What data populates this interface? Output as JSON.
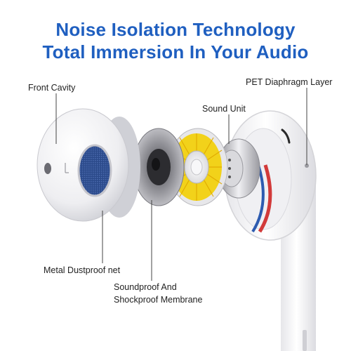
{
  "header": {
    "line1": "Noise Isolation Technology",
    "line2": "Total Immersion In Your Audio"
  },
  "labels": {
    "front_cavity": "Front Cavity",
    "pet_diaphragm": "PET Diaphragm Layer",
    "sound_unit": "Sound Unit",
    "metal_dustproof": "Metal Dustproof net",
    "soundproof_line1": "Soundproof And",
    "soundproof_line2": "Shockproof Membrane"
  },
  "colors": {
    "headline": "#1f5fc0",
    "mesh": "#2b4a8a",
    "yellow_ring": "#f2d21a",
    "shell": "#f4f4f6"
  },
  "icons": {
    "earbud_front_shell": "earbud-front-shell-icon",
    "metal_mesh": "metal-mesh-icon",
    "membrane_disc": "membrane-disc-icon",
    "sound_unit": "sound-unit-icon",
    "rear_housing": "rear-housing-icon"
  }
}
